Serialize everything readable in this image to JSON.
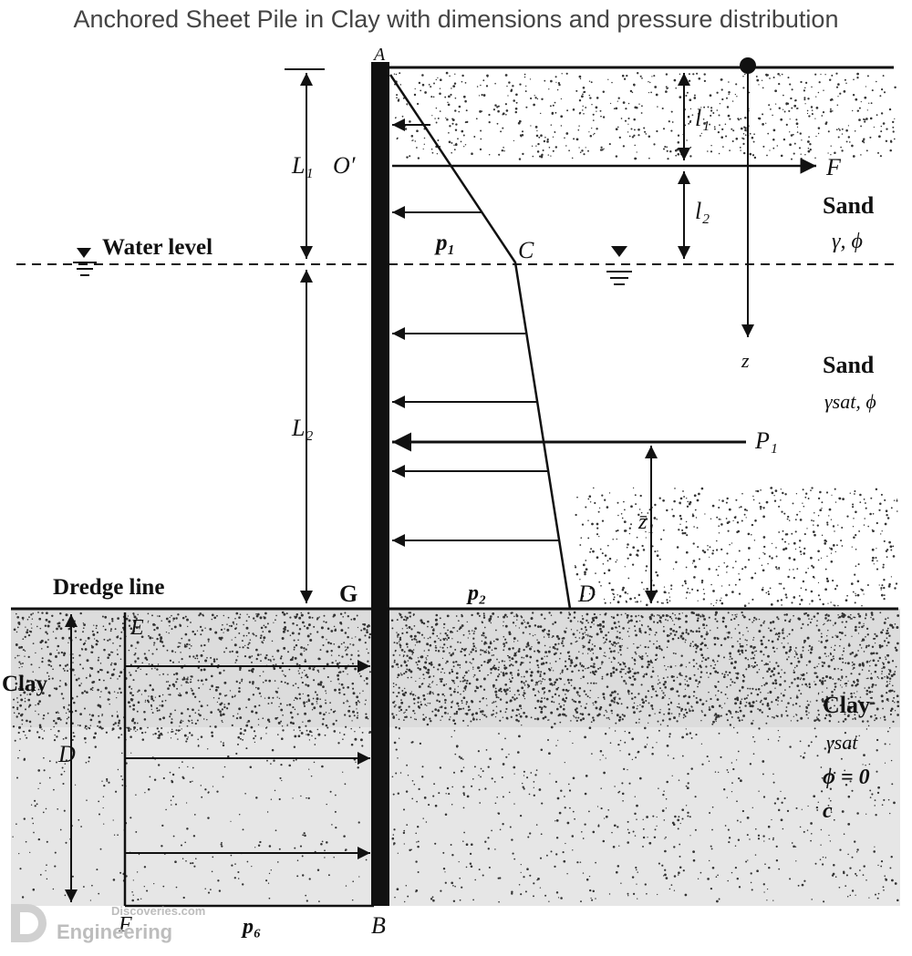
{
  "title": "Anchored Sheet Pile in Clay with dimensions and pressure distribution",
  "labels": {
    "top_point": "A",
    "L1": "L₁",
    "O_prime": "O′",
    "water_level": "Water level",
    "p1": "p₁",
    "C": "C",
    "l1": "l₁",
    "l2": "l₂",
    "F": "F",
    "z": "z",
    "L2": "L₂",
    "P1": "P₁",
    "z1": "z̄₁",
    "dredge_line": "Dredge line",
    "G": "G",
    "p2": "p₂",
    "D_point": "D",
    "E": "E",
    "clay_left": "Clay",
    "D_depth": "D",
    "F_bottom": "F",
    "p6": "p₆",
    "B": "B"
  },
  "layers": {
    "sand_top_name": "Sand",
    "sand_top_props": "γ, ϕ",
    "sand_sat_name": "Sand",
    "sand_sat_props": "γsat, ϕ",
    "clay_name": "Clay",
    "clay_gamma": "γsat",
    "clay_phi": "ϕ = 0",
    "clay_c": "c"
  },
  "watermark": {
    "line1": "Discoveries.com",
    "line2": "Engineering"
  },
  "colors": {
    "ink": "#111111",
    "clay_fill": "#e6e6e6",
    "title_text": "#444444",
    "watermark": "#bdbdbd"
  }
}
